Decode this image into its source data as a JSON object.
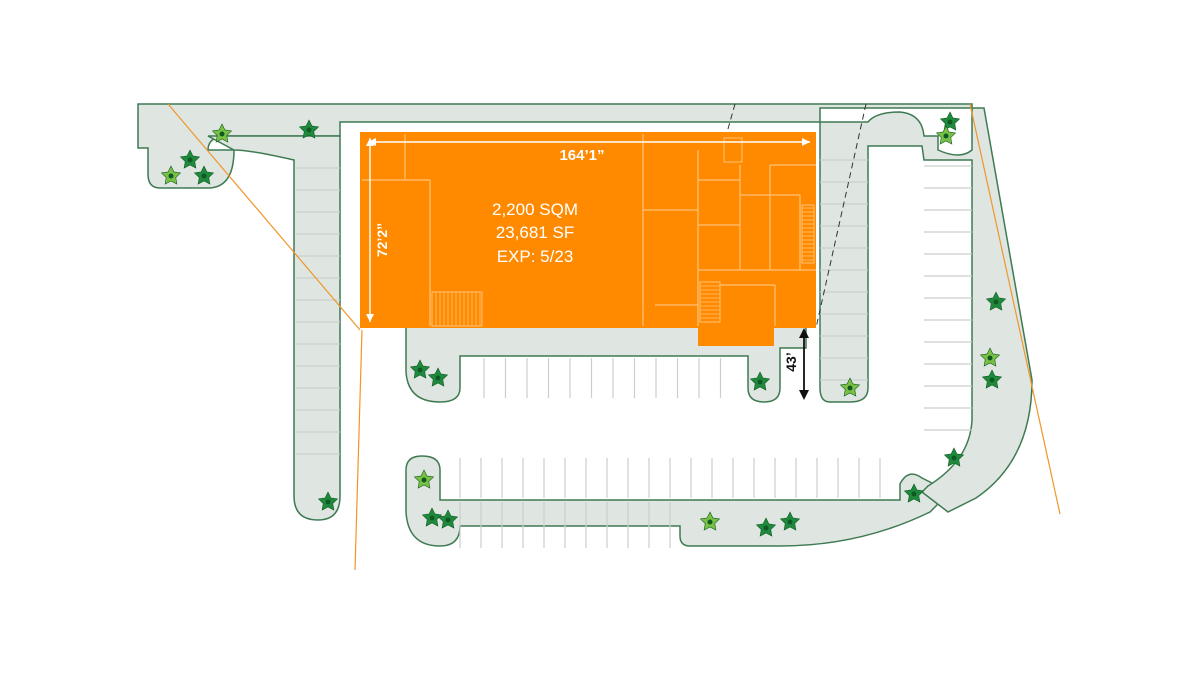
{
  "colors": {
    "paving": "#dfe6e1",
    "curb": "#3f7a52",
    "building": "#ff8a00",
    "building_lines": "#ffc27a",
    "property_line": "#f0962a",
    "stall_lines": "#c9d0cc",
    "tree_dark": "#1f8a3c",
    "tree_light": "#7ac143",
    "dimension": "#111111",
    "label_on_building": "#ffffff"
  },
  "unit": {
    "area_sqm": "2,200 SQM",
    "area_sf": "23,681 SF",
    "expiry": "EXP: 5/23"
  },
  "dimensions": {
    "width": "164’1”",
    "depth": "72’2”",
    "setback": "43’"
  },
  "legend_icons": [
    "tree-icon",
    "dimension-arrow-icon"
  ]
}
